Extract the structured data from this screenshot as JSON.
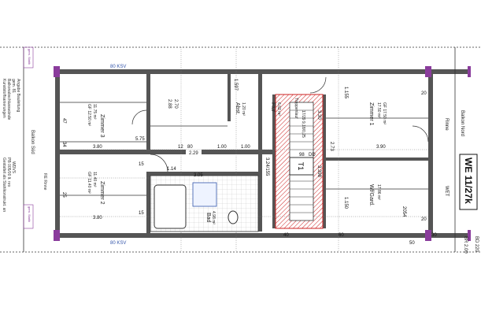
{
  "plan_id": "WE 11/27k",
  "side_notes": {
    "left_1": "Kunststoffsanierungen",
    "left_2": "Balkonabschlusswände",
    "left_3": "gem. 81",
    "left_4": "Angabe Bauleitung",
    "left_5": "Gestaltet als Stahlkonstrukt. an",
    "left_6": "PB 005/00 lt. nro",
    "left_7": "WDVS",
    "left_8": "Balkon Süd",
    "left_9": "RE Rinne",
    "right_1": "Balkon Nord",
    "right_2": "BR 2.00",
    "right_3": "BD 220",
    "left_box_top": "gem. Statik",
    "left_box_bottom": "gem. Statik"
  },
  "rooms": {
    "zimmer3": {
      "name": "Zimmer 3",
      "area": "11.75 m²",
      "extra": "GF 12.50 m²"
    },
    "zimmer2": {
      "name": "Zimmer 2",
      "area": "11.40 m²",
      "extra": "GF 11.40 m²"
    },
    "zimmer1": {
      "name": "Zimmer 1",
      "area": "17.50 m²",
      "extra": "GF 17.50 m²"
    },
    "abst": {
      "name": "Abst.",
      "area": "1.20 m²"
    },
    "flur": {
      "name": "Flur",
      "area": "6.62 m²"
    },
    "bad": {
      "name": "Bad",
      "area": "4.98 m²"
    },
    "wf": {
      "name": "Wf/Gard.",
      "area": "17.86 m²"
    }
  },
  "labels": {
    "ksv_top": "80 KSV",
    "ksv_bottom": "80 KSV",
    "stair": "Treppenlauf",
    "stair_dims": "17/29 9,18/0,25",
    "t1": "T1",
    "rinne": "Rinne",
    "wet": "WET",
    "dd": "DD",
    "hight_label": "2.29",
    "flag": "2.88",
    "f70": "2.70"
  },
  "dims": {
    "d380": "3.80",
    "d575": "5.75",
    "d305": "3.05",
    "d114": "1.14",
    "d100": "1.00",
    "d273": "2.73",
    "d390": "3.90",
    "d330": "3.30",
    "d98": "98",
    "d80": "80",
    "d15": "15",
    "d12": "12",
    "d20": "20",
    "d47": "47",
    "d34": "34",
    "d25": "25",
    "d30": "30",
    "d50": "50",
    "d60": "60",
    "d40": "40",
    "d1155": "1.155",
    "d1150": "1.150",
    "d3398": "3.398",
    "d1597": "1.597",
    "d3245": "3.24/155",
    "d2054": "2054"
  },
  "colors": {
    "wall": "#555555",
    "line": "#333333",
    "accent": "#8a3c9c",
    "hatch": "#cc2222",
    "tint": "#3355aa"
  }
}
